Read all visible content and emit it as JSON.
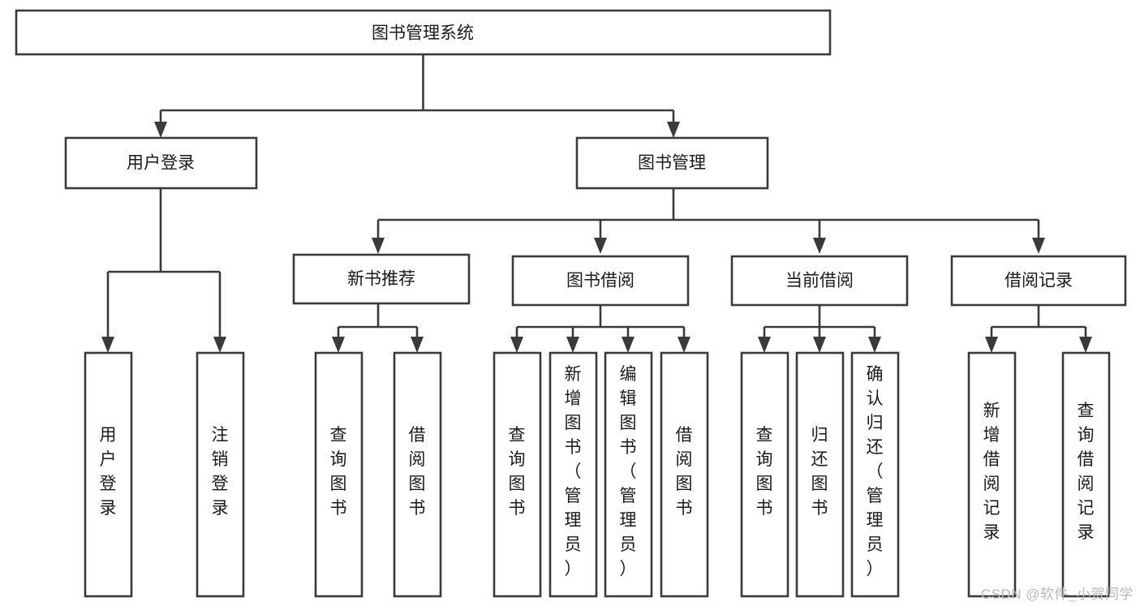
{
  "diagram": {
    "type": "tree-hierarchy",
    "orientation": "top-down",
    "root": {
      "id": "root",
      "label": "图书管理系统"
    },
    "levels": {
      "level2": [
        {
          "id": "user-login",
          "label": "用户登录"
        },
        {
          "id": "book-manage",
          "label": "图书管理"
        }
      ],
      "level3": [
        {
          "id": "new-book-rec",
          "label": "新书推荐",
          "parent": "book-manage"
        },
        {
          "id": "book-borrow",
          "label": "图书借阅",
          "parent": "book-manage"
        },
        {
          "id": "current-borrow",
          "label": "当前借阅",
          "parent": "book-manage"
        },
        {
          "id": "borrow-record",
          "label": "借阅记录",
          "parent": "book-manage"
        }
      ],
      "leaves": [
        {
          "id": "leaf-user-login",
          "label": "用户登录",
          "parent": "user-login"
        },
        {
          "id": "leaf-logout",
          "label": "注销登录",
          "parent": "user-login"
        },
        {
          "id": "leaf-query-book-1",
          "label": "查询图书",
          "parent": "new-book-rec"
        },
        {
          "id": "leaf-borrow-book-1",
          "label": "借阅图书",
          "parent": "new-book-rec"
        },
        {
          "id": "leaf-query-book-2",
          "label": "查询图书",
          "parent": "book-borrow"
        },
        {
          "id": "leaf-add-book",
          "label": "新增图书（管理员）",
          "parent": "book-borrow"
        },
        {
          "id": "leaf-edit-book",
          "label": "编辑图书（管理员）",
          "parent": "book-borrow"
        },
        {
          "id": "leaf-borrow-book-2",
          "label": "借阅图书",
          "parent": "book-borrow"
        },
        {
          "id": "leaf-query-book-3",
          "label": "查询图书",
          "parent": "current-borrow"
        },
        {
          "id": "leaf-return-book",
          "label": "归还图书",
          "parent": "current-borrow"
        },
        {
          "id": "leaf-confirm-return",
          "label": "确认归还（管理员）",
          "parent": "current-borrow"
        },
        {
          "id": "leaf-add-record",
          "label": "新增借阅记录",
          "parent": "borrow-record"
        },
        {
          "id": "leaf-query-record",
          "label": "查询借阅记录",
          "parent": "borrow-record"
        }
      ]
    },
    "colors": {
      "stroke": "#3a3a3a",
      "fill": "#ffffff",
      "text": "#1a1a1a",
      "watermark": "#b8b8b8"
    }
  },
  "watermark": {
    "text": "CSDN @软件_小贺同学"
  }
}
